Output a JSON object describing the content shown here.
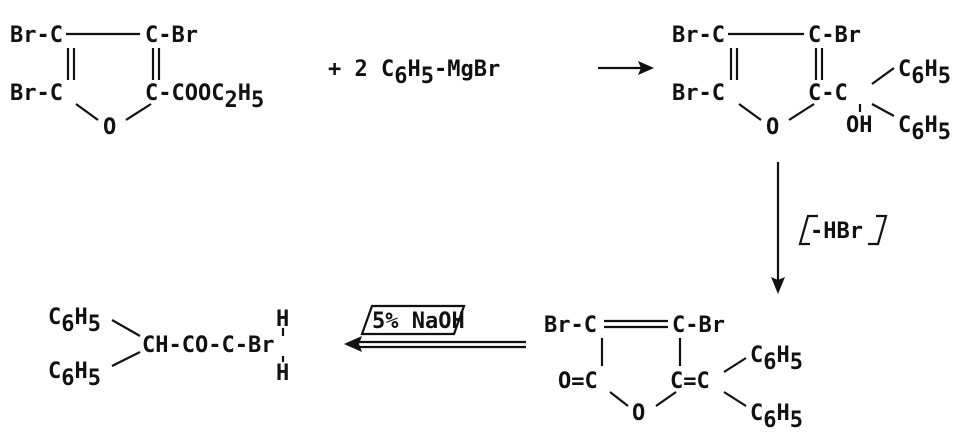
{
  "reactant1": {
    "br_top_left": "Br-C",
    "br_top_right": "C-Br",
    "br_bottom_left": "Br-C",
    "ester_c": "C-COOC",
    "ester_sub2": "2",
    "ester_h": "H",
    "ester_sub5": "5",
    "ring_o": "O"
  },
  "reagent": {
    "coefficient": "+ 2 C",
    "sub6": "6",
    "h": "H",
    "sub5": "5",
    "tail": "-MgBr"
  },
  "product1": {
    "br_top_left": "Br-C",
    "br_top_right": "C-Br",
    "br_bottom_left": "Br-C",
    "c_chain": "C-C",
    "ring_o": "O",
    "oh": "OH",
    "ph1": "C",
    "ph1_sub6": "6",
    "ph1_h": "H",
    "ph1_sub5": "5",
    "ph2": "C",
    "ph2_sub6": "6",
    "ph2_h": "H",
    "ph2_sub5": "5"
  },
  "step_down": {
    "label": "-HBr"
  },
  "product2": {
    "br_c": "Br-C",
    "c_br": "C-Br",
    "o_c": "O=C",
    "c_c": "C=C",
    "ring_o": "O",
    "ph1": "C",
    "ph1_sub6": "6",
    "ph1_h": "H",
    "ph1_sub5": "5",
    "ph2": "C",
    "ph2_sub6": "6",
    "ph2_h": "H",
    "ph2_sub5": "5"
  },
  "step_left": {
    "label": "5% NaOH"
  },
  "final_product": {
    "ph1": "C",
    "ph1_sub6": "6",
    "ph1_h": "H",
    "ph1_sub5": "5",
    "ph2": "C",
    "ph2_sub6": "6",
    "ph2_h": "H",
    "ph2_sub5": "5",
    "chain": "CH-CO-C-Br",
    "h_top": "H",
    "h_bottom": "H"
  }
}
